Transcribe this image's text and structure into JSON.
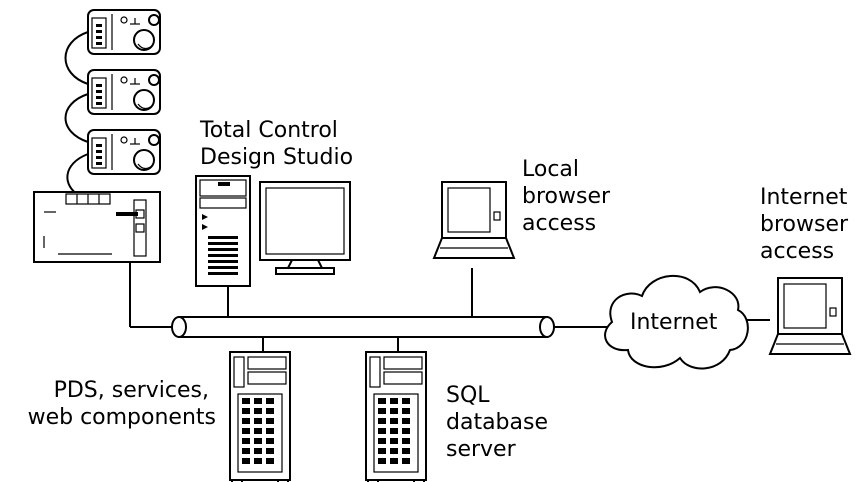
{
  "labels": {
    "design_studio": [
      "Total Control",
      "Design Studio"
    ],
    "local_browser": [
      "Local",
      "browser",
      "access"
    ],
    "internet_browser": [
      "Internet",
      "browser",
      "access"
    ],
    "internet_cloud": "Internet",
    "pds_server": [
      "PDS, services,",
      "web components"
    ],
    "sql_server": [
      "SQL",
      "database",
      "server"
    ]
  }
}
